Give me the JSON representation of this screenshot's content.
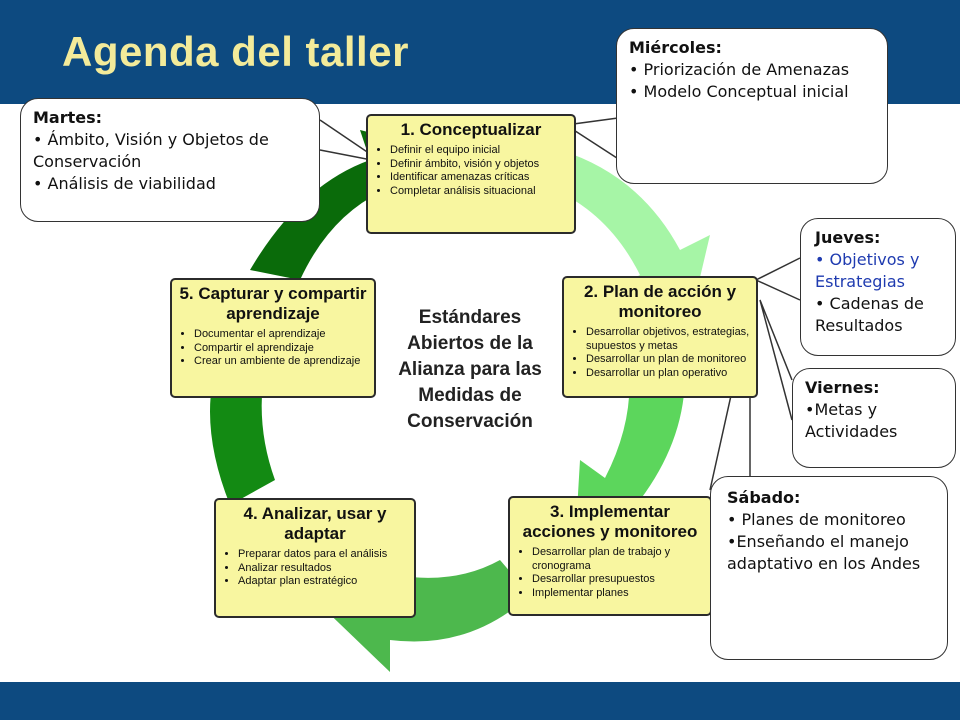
{
  "slide": {
    "title": "Agenda del taller"
  },
  "center": {
    "lines": [
      "Estándares",
      "Abiertos de la",
      "Alianza para las",
      "Medidas de",
      "Conservación"
    ]
  },
  "steps": [
    {
      "title": "1. Conceptualizar",
      "items": [
        "Definir el equipo inicial",
        "Definir ámbito, visión y objetos",
        "Identificar amenazas críticas",
        "Completar análisis situacional"
      ]
    },
    {
      "title": "2. Plan de acción y monitoreo",
      "items": [
        "Desarrollar objetivos, estrategias, supuestos y metas",
        "Desarrollar un plan de monitoreo",
        "Desarrollar un plan operativo"
      ]
    },
    {
      "title": "3. Implementar acciones y monitoreo",
      "items": [
        "Desarrollar plan de trabajo y cronograma",
        "Desarrollar presupuestos",
        "Implementar planes"
      ]
    },
    {
      "title": "4. Analizar, usar y adaptar",
      "items": [
        "Preparar datos para el análisis",
        "Analizar resultados",
        "Adaptar plan estratégico"
      ]
    },
    {
      "title": "5. Capturar y compartir aprendizaje",
      "items": [
        "Documentar el aprendizaje",
        "Compartir el aprendizaje",
        "Crear un ambiente de aprendizaje"
      ]
    }
  ],
  "callouts": {
    "martes": {
      "day": "Martes:",
      "items": [
        "• Ámbito, Visión y Objetos de Conservación",
        "• Análisis de viabilidad"
      ]
    },
    "miercoles": {
      "day": "Miércoles:",
      "items": [
        "• Priorización de Amenazas",
        "• Modelo Conceptual inicial"
      ]
    },
    "jueves": {
      "day": "Jueves:",
      "items": [
        "• Objetivos y Estrategias",
        "• Cadenas de Resultados"
      ]
    },
    "viernes": {
      "day": "Viernes:",
      "items": [
        "•Metas y Actividades"
      ]
    },
    "sabado": {
      "day": "Sábado:",
      "items": [
        "• Planes de monitoreo",
        "•Enseñando el manejo adaptativo en los Andes"
      ]
    }
  },
  "colors": {
    "band": "#0d4a80",
    "title": "#f3eb9a",
    "box_fill": "#f8f6a0",
    "arrow_light": "#a6f5a6",
    "arrow_bright": "#5cd65c",
    "arrow_mid": "#4db84d",
    "arrow_dark": "#138a13",
    "arrow_darkest": "#0a6b0a",
    "callout_blue": "#1f3bb0"
  }
}
